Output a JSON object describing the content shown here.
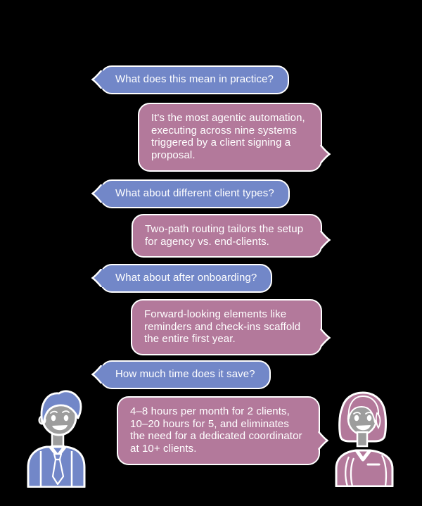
{
  "colors": {
    "background": "#000000",
    "question_bubble": "#7287c8",
    "answer_bubble": "#b3799b",
    "bubble_text": "#ffffff",
    "outline": "#ffffff",
    "skin_gray": "#9d9d9d"
  },
  "conversation": {
    "messages": [
      {
        "role": "question",
        "speaker": "man",
        "text": "What does this mean in practice?"
      },
      {
        "role": "answer",
        "speaker": "woman",
        "text": "It's the most agentic automation, executing across nine systems triggered by a client signing a proposal."
      },
      {
        "role": "question",
        "speaker": "man",
        "text": "What about different client types?"
      },
      {
        "role": "answer",
        "speaker": "woman",
        "text": "Two-path routing tailors the setup for agency vs. end-clients."
      },
      {
        "role": "question",
        "speaker": "man",
        "text": "What about after onboarding?"
      },
      {
        "role": "answer",
        "speaker": "woman",
        "text": "Forward-looking elements like reminders and check-ins scaffold the entire first year."
      },
      {
        "role": "question",
        "speaker": "man",
        "text": "How much time does it save?"
      },
      {
        "role": "answer",
        "speaker": "woman",
        "text": "4–8 hours per month for 2 clients, 10–20 hours for 5, and eliminates the need for a dedicated coordinator at 10+ clients."
      }
    ]
  },
  "avatars": {
    "left": "man in shirt and tie",
    "right": "woman with bob haircut"
  }
}
